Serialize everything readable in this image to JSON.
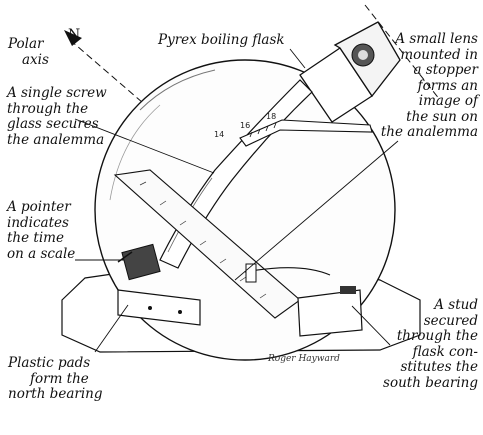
{
  "labels": {
    "polar_axis": [
      "Polar",
      "axis"
    ],
    "axis_letter": "N",
    "flask": [
      "Pyrex boiling flask"
    ],
    "screw": [
      "A single screw",
      "through the",
      "glass secures",
      "the analemma"
    ],
    "lens": [
      "A small lens",
      "mounted in",
      "a stopper",
      "forms an",
      "image of",
      "the sun on",
      "the analemma"
    ],
    "pointer": [
      "A pointer",
      "indicates",
      "the time",
      "on a scale"
    ],
    "stud": [
      "A stud",
      "secured",
      "through the",
      "flask con-",
      "stitutes the",
      "south bearing"
    ],
    "pads": [
      "Plastic pads",
      "form the",
      "north bearing"
    ]
  },
  "signature": "Roger Hayward",
  "scale_numbers": [
    "18",
    "16",
    "14"
  ],
  "colors": {
    "ink": "#111111",
    "paper": "#ffffff",
    "shade": "#555555"
  }
}
